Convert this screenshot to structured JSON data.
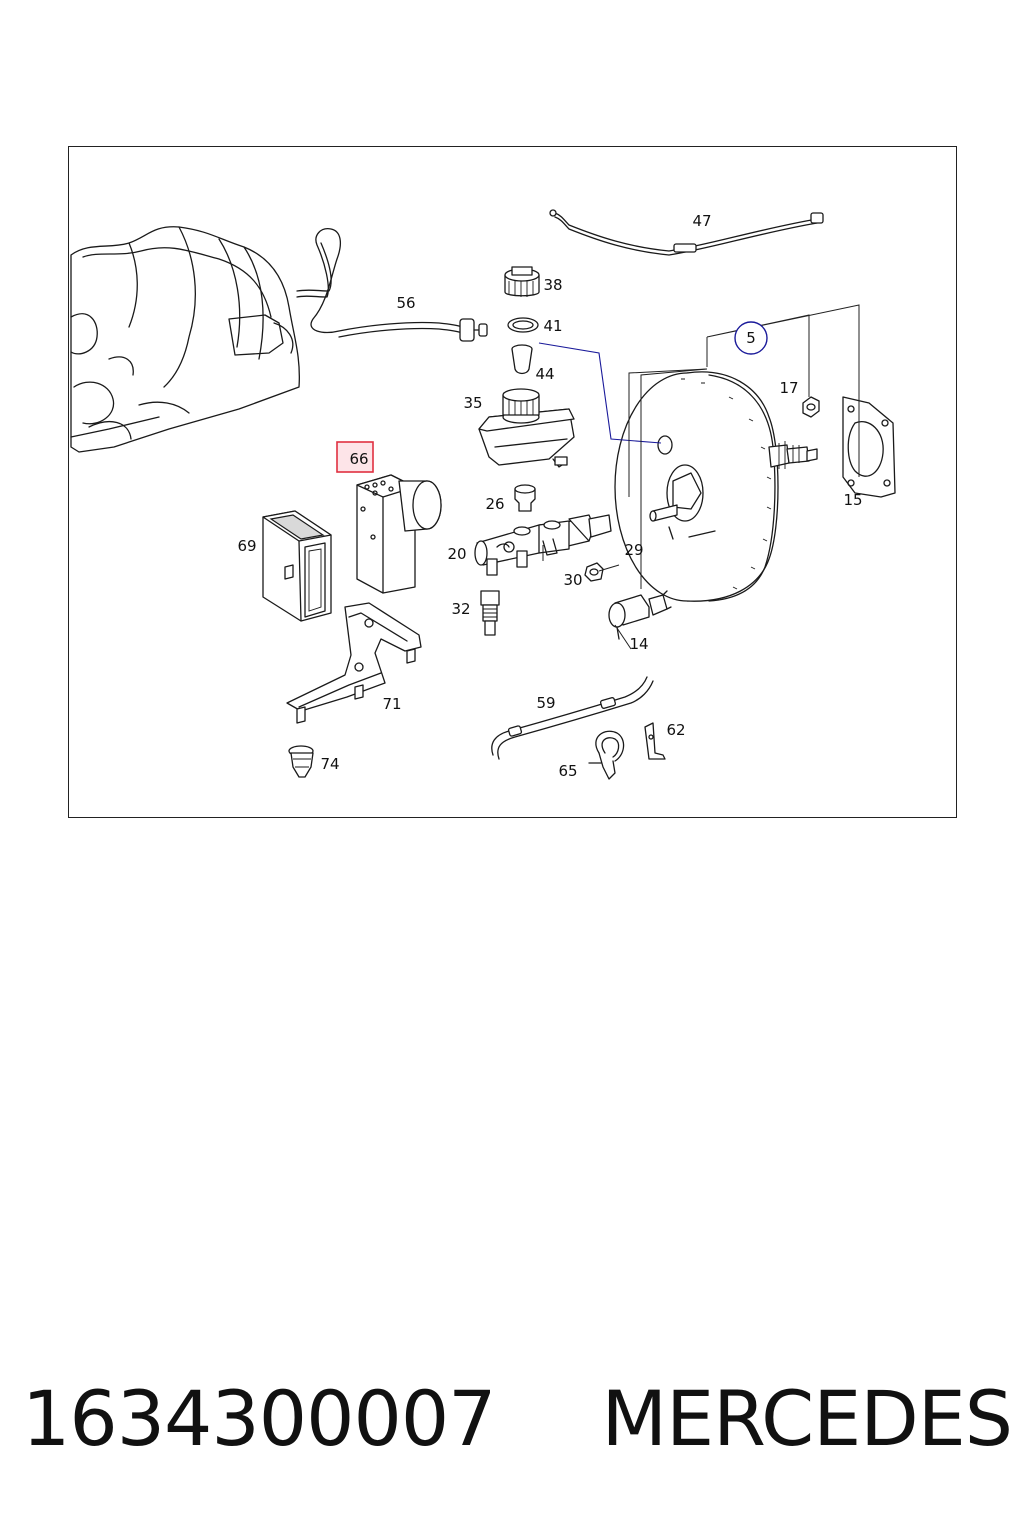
{
  "diagram": {
    "callouts": {
      "c5": "5",
      "c14": "14",
      "c15": "15",
      "c17": "17",
      "c20": "20",
      "c26": "26",
      "c29": "29",
      "c30": "30",
      "c32": "32",
      "c35": "35",
      "c38": "38",
      "c41": "41",
      "c44": "44",
      "c47": "47",
      "c56": "56",
      "c59": "59",
      "c62": "62",
      "c65": "65",
      "c66": "66",
      "c69": "69",
      "c71": "71",
      "c74": "74"
    },
    "highlighted_part": "66",
    "highlight_color": "#e03040",
    "leader_color": "#1a1a9a"
  },
  "caption": {
    "part_number": "1634300007",
    "brand": "MERCEDES"
  }
}
